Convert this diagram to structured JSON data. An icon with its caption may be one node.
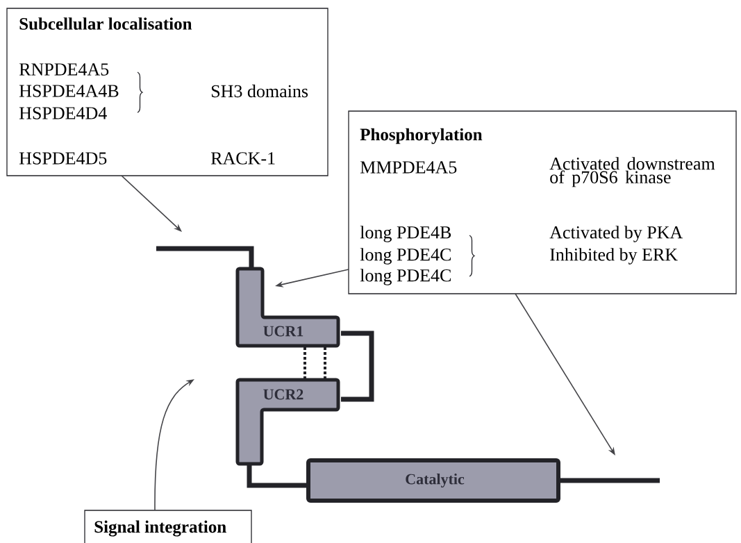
{
  "diagram": {
    "nodes": [
      {
        "text": [
          "Subcellular localisation",
          "RNPDE4A5",
          "HSPDE4A4B",
          "HSPDE4D4",
          "SH3 domains",
          "HSPDE4D5",
          "RACK-1"
        ]
      },
      {
        "text": [
          "Phosphorylation",
          "MMPDE4A5",
          "Activated downstream of p70S6 kinase",
          "long PDE4B",
          "long PDE4C",
          "long PDE4C",
          "Activated by PKA",
          "Inhibited by ERK"
        ]
      },
      {
        "text": [
          "UCR1"
        ]
      },
      {
        "text": [
          "UCR2"
        ]
      },
      {
        "text": [
          "Catalytic"
        ]
      },
      {
        "text": [
          "Signal integration"
        ]
      }
    ],
    "edges": [
      {
        "from": 0,
        "to": null,
        "arrow": "to"
      },
      {
        "from": 1,
        "to": 2,
        "arrow": "to"
      },
      {
        "from": 1,
        "to": null,
        "arrow": "to"
      },
      {
        "from": 5,
        "to": null,
        "arrow": "to"
      },
      {
        "from": null,
        "to": 2,
        "arrow": "none"
      },
      {
        "from": 2,
        "to": 3,
        "arrow": "none"
      },
      {
        "from": 2,
        "to": 3,
        "arrow": "none",
        "style": "dashed"
      },
      {
        "from": 2,
        "to": 3,
        "arrow": "none",
        "style": "dashed"
      },
      {
        "from": 3,
        "to": 4,
        "arrow": "none"
      },
      {
        "from": 4,
        "to": null,
        "arrow": "none"
      }
    ]
  }
}
